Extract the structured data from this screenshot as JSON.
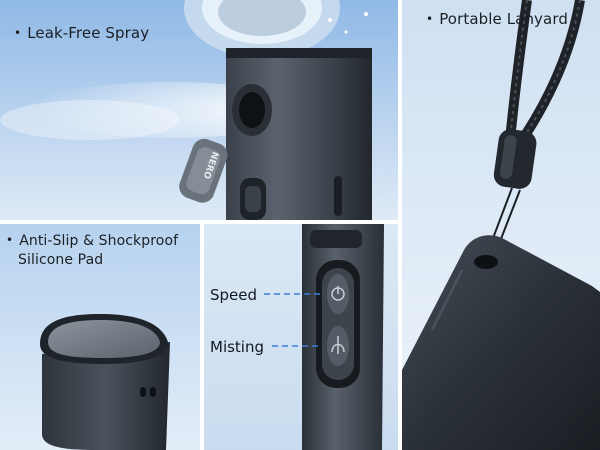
{
  "panels": {
    "spray": {
      "caption": "Leak-Free Spray",
      "bullet": "•"
    },
    "lanyard": {
      "caption": "Portable Lanyard",
      "bullet": "•"
    },
    "pad": {
      "caption_line1": "Anti-Slip & Shockproof",
      "caption_line2": "Silicone Pad",
      "bullet": "•"
    },
    "buttons": {
      "speed_label": "Speed",
      "misting_label": "Misting"
    }
  },
  "device": {
    "tag_text": "NERO"
  },
  "colors": {
    "sky_top": "#9fc4ea",
    "sky_bottom": "#e6f0fa",
    "device_dark": "#2c323a",
    "device_mid": "#4a525c",
    "accent_line": "#3b7fd6"
  }
}
